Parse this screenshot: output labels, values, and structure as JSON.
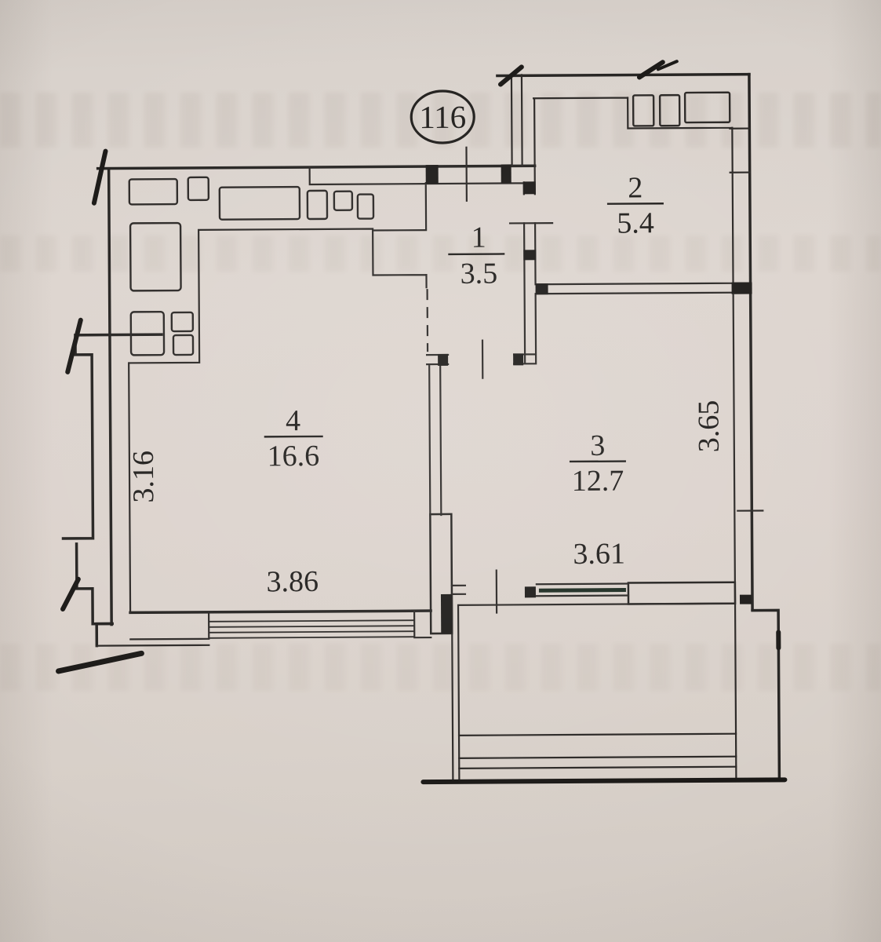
{
  "plan": {
    "unit_number": "116",
    "rooms": [
      {
        "number": "1",
        "area": "3.5"
      },
      {
        "number": "2",
        "area": "5.4"
      },
      {
        "number": "3",
        "area": "12.7"
      },
      {
        "number": "4",
        "area": "16.6"
      }
    ],
    "dimensions": {
      "left_vertical": "3.16",
      "room4_width": "3.86",
      "right_vertical": "3.65",
      "room3_width": "3.61"
    },
    "colors": {
      "ink": "#242220",
      "paper": "#d8d1ca",
      "window_glass": "#1b2a20"
    }
  }
}
